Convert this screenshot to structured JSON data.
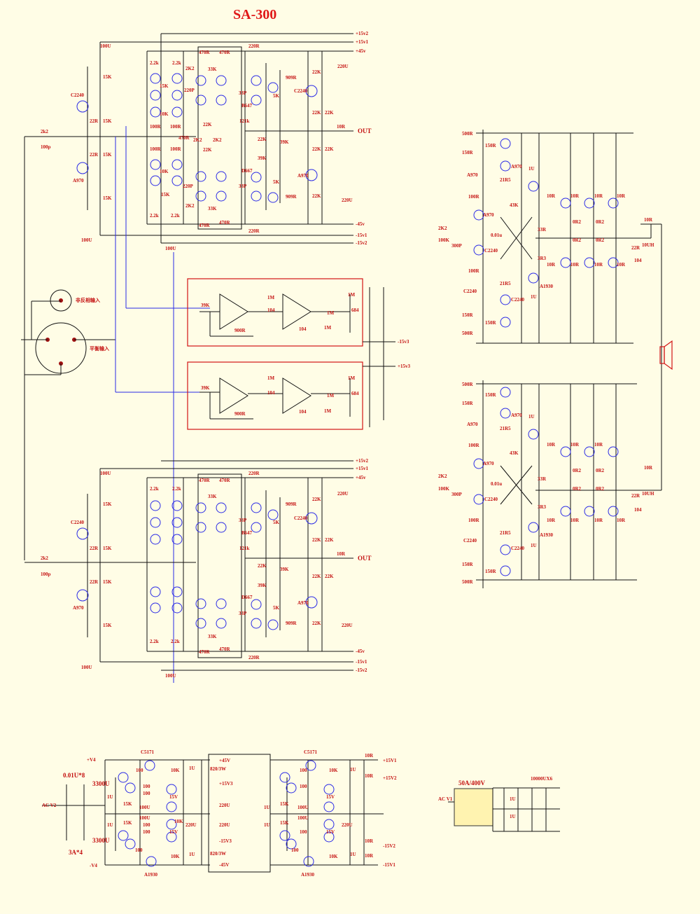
{
  "title": "SA-300",
  "rails_top": [
    "+15v2",
    "+15v1",
    "+45v",
    "-45v",
    "-15v1",
    "-15v2"
  ],
  "rails_bottom": [
    "+15v2",
    "+15v1",
    "+45v",
    "-45v",
    "-15v1",
    "-15v2"
  ],
  "out_label": "OUT",
  "inputs": {
    "non_inverting": "非反相输入",
    "balanced": "平衡输入"
  },
  "front_labels": {
    "c100u": "100U",
    "r2k2": "2k2",
    "c100p": "100p",
    "r15k": "15K",
    "r22r": "22R",
    "c2240": "C2240",
    "a970": "A970",
    "r2_2k": "2.2k",
    "r470r": "470R",
    "r33k": "33K",
    "r220r": "220R",
    "r909r": "909R",
    "r5k": "5K",
    "c33p": "33P",
    "b647": "B647",
    "d667": "D667",
    "r121k": "121k",
    "r39k": "39K",
    "r10r": "10R",
    "c220u": "220U",
    "r22k": "22K",
    "r10k": "10K",
    "r100r": "100R",
    "c220p": "220P",
    "r2K2": "2K2"
  },
  "opamp": {
    "r39k": "39K",
    "r1m": "1M",
    "c104": "104",
    "r900r": "900R",
    "c684": "684"
  },
  "opamp_rails": [
    "-15v3",
    "+15v3"
  ],
  "power_stage": {
    "r500r": "500R",
    "r150r": "150R",
    "a970": "A970",
    "r21r5": "21R5",
    "c1u": "1U",
    "r100r": "100R",
    "r43k": "43K",
    "r2k2": "2K2",
    "r100k": "100K",
    "c300p": "300P",
    "c001u": "0.01u",
    "c2240": "C2240",
    "r33r": "33R",
    "r3r3": "3R3",
    "a1930": "A1930",
    "r10r": "10R",
    "r0r2": "0R2",
    "r22r": "22R",
    "c104": "104",
    "l10uh": "10UH"
  },
  "psu": {
    "c001u8": "0.01U*8",
    "c3300u": "3300U",
    "ac_v2": "AC V2",
    "fuse": "3A*4",
    "pv4": "+V4",
    "nv4": "-V4",
    "c5171": "C5171",
    "r100": "100",
    "r10k": "10K",
    "r15k": "15K",
    "c1u": "1U",
    "c100u": "100U",
    "c220u": "220U",
    "z15v": "15V",
    "a1930": "A1930",
    "p45": "+45V",
    "r820": "820/3W",
    "p15v3": "+15V3",
    "n15v3": "-15V3",
    "n45": "-45V",
    "r10r": "10R",
    "out_rails": [
      "+15V1",
      "+15V2",
      "-15V2",
      "-15V1"
    ]
  },
  "main_psu": {
    "bridge": "50A/400V",
    "ac_v1": "AC V1",
    "caps": "10000UX6",
    "c1u": "1U"
  }
}
